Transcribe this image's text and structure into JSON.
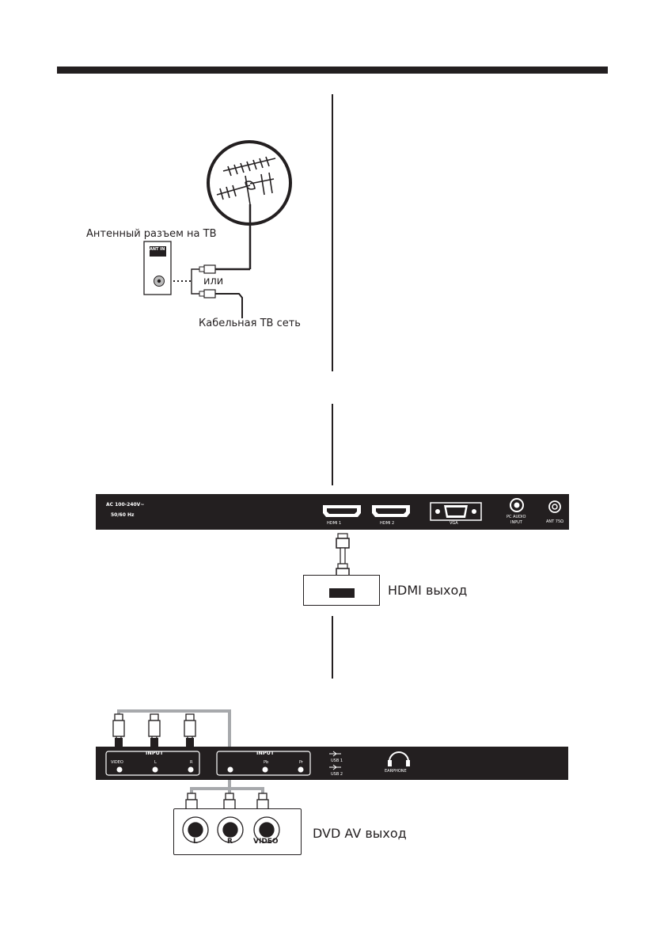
{
  "antenna": {
    "ant_socket_label": "Антенный разъем на ТВ",
    "ant_in_badge": "ANT IN",
    "or_label": "или",
    "cable_label": "Кабельная ТВ сеть"
  },
  "hdmi_panel": {
    "power_line1": "AC 100-240V~",
    "power_line2": "50/60 Hz",
    "hdmi1": "HDMI 1",
    "hdmi2": "HDMI 2",
    "vga": "VGA",
    "pc_audio_line1": "PC AUDIO",
    "pc_audio_line2": "INPUT",
    "ant": "ANT 75Ω",
    "device_label": "HDMI выход"
  },
  "av_panel": {
    "input_label_1": "INPUT",
    "video": "VIDEO",
    "l": "L",
    "r": "R",
    "input_label_2": "INPUT",
    "pb": "Pb",
    "pr": "Pr",
    "usb1": "USB 1",
    "usb2": "USB 2",
    "earphone": "EARPHONE",
    "dvd_l": "L",
    "dvd_r": "R",
    "dvd_video": "VIDEO",
    "device_label": "DVD AV выход"
  }
}
